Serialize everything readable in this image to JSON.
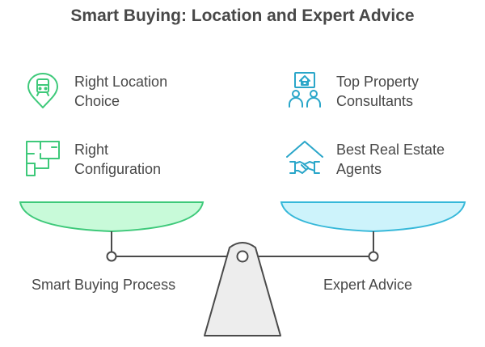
{
  "title": "Smart Buying: Location and Expert Advice",
  "left": {
    "caption": "Smart Buying Process",
    "items": [
      {
        "line1": "Right Location",
        "line2": "Choice",
        "icon": "location-pin-train-icon"
      },
      {
        "line1": "Right",
        "line2": "Configuration",
        "icon": "floor-plan-icon"
      }
    ]
  },
  "right": {
    "caption": "Expert Advice",
    "items": [
      {
        "line1": "Top Property",
        "line2": "Consultants",
        "icon": "house-consultants-icon"
      },
      {
        "line1": "Best Real Estate",
        "line2": "Agents",
        "icon": "house-handshake-icon"
      }
    ]
  },
  "colors": {
    "left_pan_fill": "#c8fad9",
    "left_pan_stroke": "#3ec97a",
    "right_pan_fill": "#cdf3fb",
    "right_pan_stroke": "#36b8d9",
    "left_icon": "#3ec97a",
    "right_icon": "#2aa6c9",
    "beam": "#4a4a4a",
    "stand_fill": "#ededed"
  }
}
